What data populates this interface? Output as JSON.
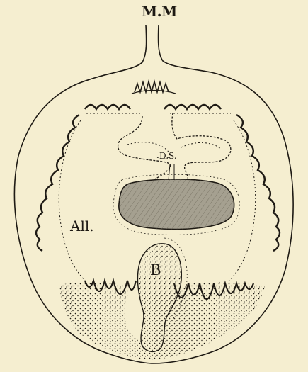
{
  "figure": {
    "background": "#f5eed0",
    "ink": "#1e1a14",
    "yolk_fill": "#a5a090",
    "labels": {
      "mm": "M.M",
      "ds": "D.S.",
      "all": "All.",
      "b": "B"
    }
  }
}
